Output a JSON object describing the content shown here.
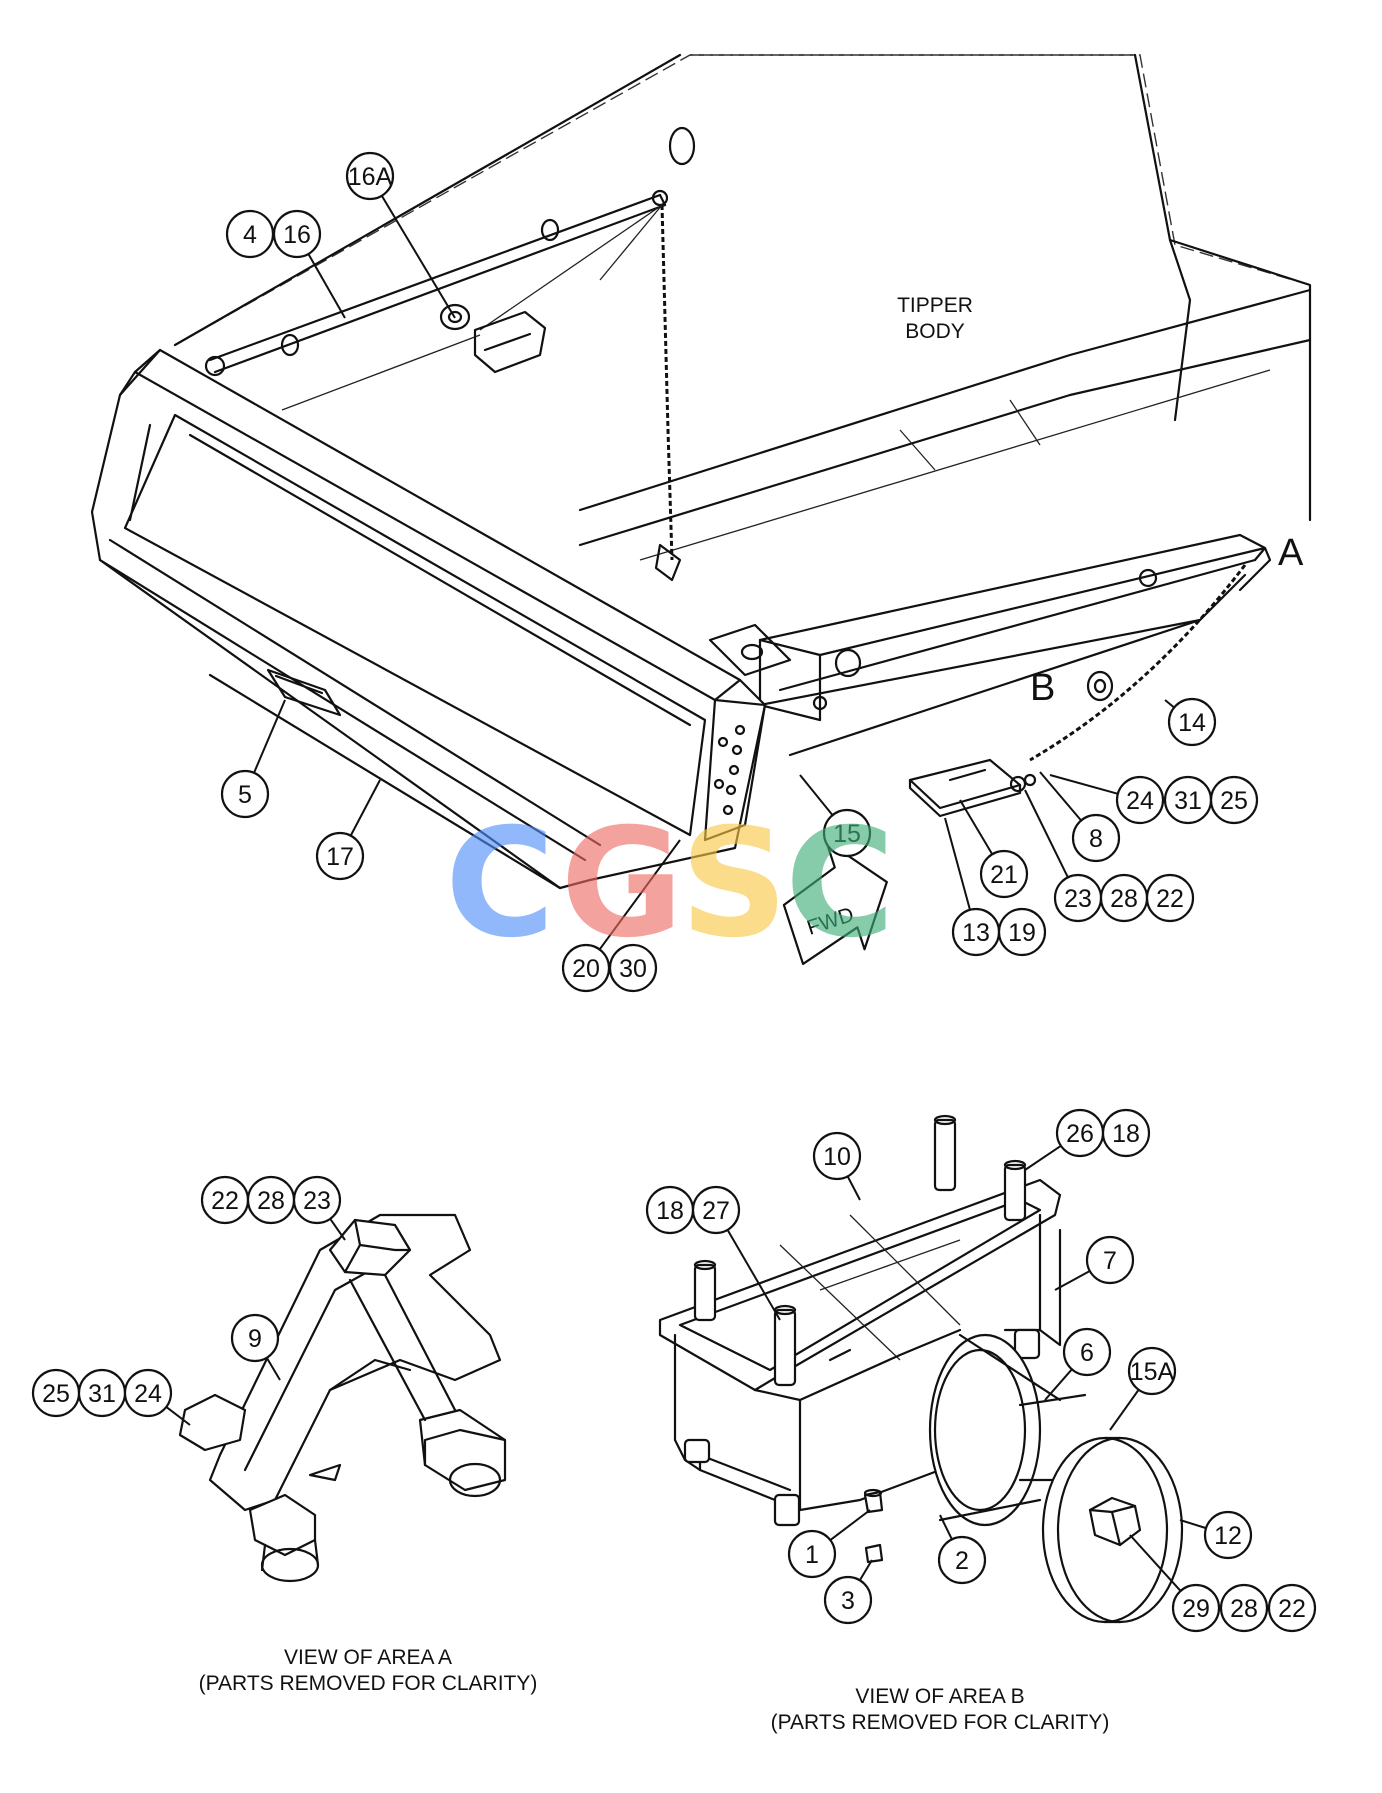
{
  "labels": {
    "tipper_body_1": "TIPPER",
    "tipper_body_2": "BODY",
    "area_a_letter": "A",
    "area_b_letter": "B",
    "fwd": "FWD",
    "view_a_title": "VIEW OF AREA A",
    "view_a_sub": "(PARTS REMOVED FOR CLARITY)",
    "view_b_title": "VIEW OF AREA B",
    "view_b_sub": "(PARTS REMOVED FOR CLARITY)"
  },
  "watermark": {
    "letters": [
      "C",
      "G",
      "S",
      "C"
    ],
    "colors": [
      "#4f8ef7",
      "#ee6a62",
      "#f8c843",
      "#3fae77"
    ]
  },
  "callouts": {
    "main": [
      {
        "id": "16A"
      },
      {
        "id": "4"
      },
      {
        "id": "16"
      },
      {
        "id": "5"
      },
      {
        "id": "17"
      },
      {
        "id": "20"
      },
      {
        "id": "30"
      },
      {
        "id": "15"
      },
      {
        "id": "14"
      },
      {
        "id": "24"
      },
      {
        "id": "31"
      },
      {
        "id": "25"
      },
      {
        "id": "8"
      },
      {
        "id": "21"
      },
      {
        "id": "23"
      },
      {
        "id": "28"
      },
      {
        "id": "22"
      },
      {
        "id": "13"
      },
      {
        "id": "19"
      }
    ],
    "view_a": [
      {
        "id": "22"
      },
      {
        "id": "28"
      },
      {
        "id": "23"
      },
      {
        "id": "9"
      },
      {
        "id": "25"
      },
      {
        "id": "31"
      },
      {
        "id": "24"
      }
    ],
    "view_b": [
      {
        "id": "10"
      },
      {
        "id": "26"
      },
      {
        "id": "18"
      },
      {
        "id": "18"
      },
      {
        "id": "27"
      },
      {
        "id": "7"
      },
      {
        "id": "6"
      },
      {
        "id": "15A"
      },
      {
        "id": "1"
      },
      {
        "id": "2"
      },
      {
        "id": "3"
      },
      {
        "id": "12"
      },
      {
        "id": "29"
      },
      {
        "id": "28"
      },
      {
        "id": "22"
      }
    ]
  }
}
